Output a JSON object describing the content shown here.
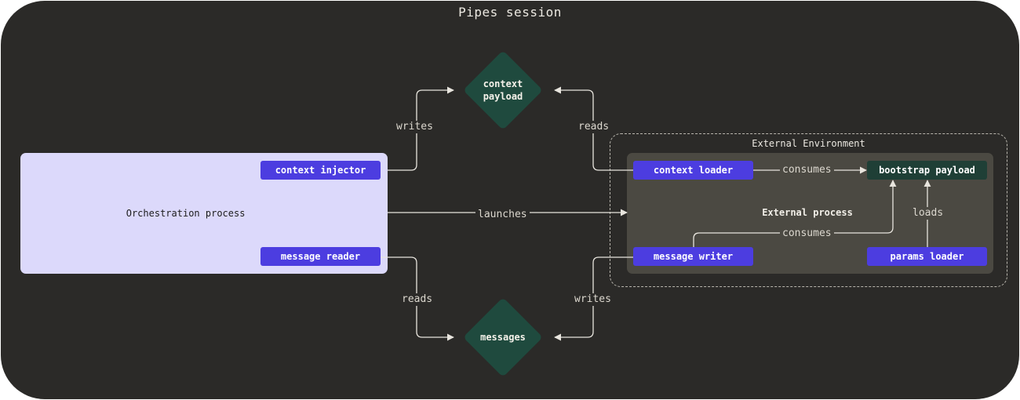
{
  "session": {
    "title": "Pipes session"
  },
  "orchestration": {
    "label": "Orchestration process",
    "context_injector": "context injector",
    "message_reader": "message reader"
  },
  "context_payload": {
    "label_line1": "context",
    "label_line2": "payload"
  },
  "messages": {
    "label": "messages"
  },
  "external_environment": {
    "label": "External Environment",
    "process_label": "External process",
    "context_loader": "context loader",
    "bootstrap_payload": "bootstrap payload",
    "message_writer": "message writer",
    "params_loader": "params loader"
  },
  "edges": {
    "writes_top": "writes",
    "reads_top": "reads",
    "launches": "launches",
    "consumes_top": "consumes",
    "consumes_bottom": "consumes",
    "loads": "loads",
    "reads_bottom": "reads",
    "writes_bottom": "writes"
  },
  "colors": {
    "background": "#2b2a28",
    "orchestration_fill": "#dcd9fb",
    "external_process_fill": "#4b4942",
    "pill": "#4c3de0",
    "diamond": "#1f4a3e",
    "bootstrap_pill": "#1f3f36",
    "arrow": "#e8e5de"
  }
}
